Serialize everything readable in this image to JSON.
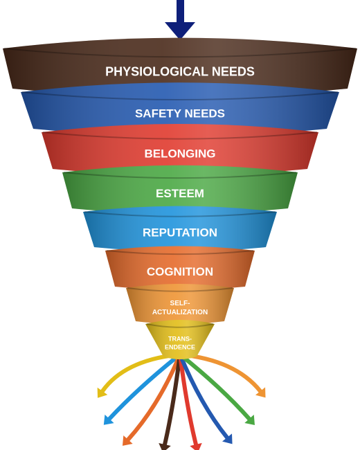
{
  "tiers": [
    {
      "label": "PHYSIOLOGICAL NEEDS",
      "color": "#4a2a1a",
      "lines": [
        "PHYSIOLOGICAL NEEDS"
      ]
    },
    {
      "label": "SAFETY NEEDS",
      "color": "#2459b0",
      "lines": [
        "SAFETY NEEDS"
      ]
    },
    {
      "label": "BELONGING",
      "color": "#e03a2e",
      "lines": [
        "BELONGING"
      ]
    },
    {
      "label": "ESTEEM",
      "color": "#4aa843",
      "lines": [
        "ESTEEM"
      ]
    },
    {
      "label": "REPUTATION",
      "color": "#1f93dc",
      "lines": [
        "REPUTATION"
      ]
    },
    {
      "label": "COGNITION",
      "color": "#e56a2a",
      "lines": [
        "COGNITION"
      ]
    },
    {
      "label": "SELF-ACTUALIZATION",
      "color": "#ee9433",
      "lines": [
        "SELF-",
        "ACTUALIZATION"
      ]
    },
    {
      "label": "TRANS-ENDENCE",
      "color": "#e2bd17",
      "lines": [
        "TRANS-",
        "ENDENCE"
      ]
    }
  ],
  "input_arrow_color": "#0e1f7a",
  "output_arrow_colors": [
    "#e2bd17",
    "#1f93dc",
    "#e56a2a",
    "#4a2a1a",
    "#e03a2e",
    "#2459b0",
    "#4aa843",
    "#ee9433"
  ]
}
